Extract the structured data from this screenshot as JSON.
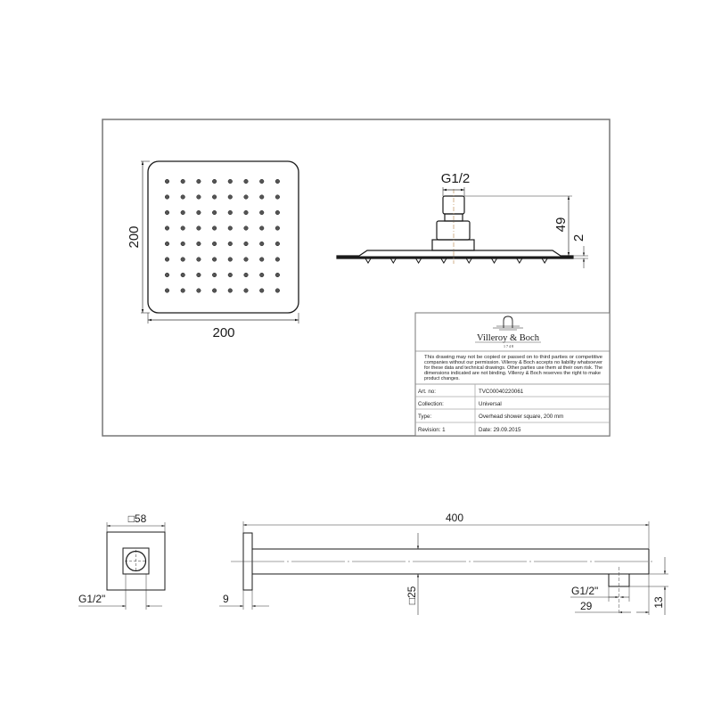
{
  "drawing": {
    "top_view": {
      "width_label": "200",
      "height_label": "200",
      "nozzle_rows": 8,
      "nozzle_cols": 8
    },
    "side_view": {
      "thread_label": "G1/2",
      "height_label": "49",
      "plate_thickness_label": "2",
      "nozzle_count": 8
    },
    "arm_end_view": {
      "square_label": "□58",
      "thread_label": "G1/2\""
    },
    "arm_side_view": {
      "length_label": "400",
      "flange_thickness_label": "9",
      "tube_square_label": "□25",
      "thread_label": "G1/2\"",
      "outlet_offset_label": "29",
      "outlet_height_label": "13"
    }
  },
  "title_block": {
    "brand": "Villeroy & Boch",
    "brand_year": "1748",
    "disclaimer_lines": [
      "This drawing may not be copied or passed on to third parties or competitive",
      "companies without our permission. Villeroy & Boch accepts no liability whatsoever",
      "for these data and technical drawings. Other parties use them at their own risk. The",
      "dimensions indicated are not binding. Villeroy & Boch reserves the right to make",
      "product changes."
    ],
    "rows": [
      {
        "label": "Art. no:",
        "value": "TVC00040220061"
      },
      {
        "label": "Collection:",
        "value": "Universal"
      },
      {
        "label": "Type:",
        "value": "Overhead shower square, 200 mm"
      },
      {
        "label": "Revision: 1",
        "value": "Date:  29.09.2015"
      }
    ]
  },
  "colors": {
    "line": "#1a1a1a",
    "frame": "#777777",
    "centerline": "#c8a070"
  }
}
